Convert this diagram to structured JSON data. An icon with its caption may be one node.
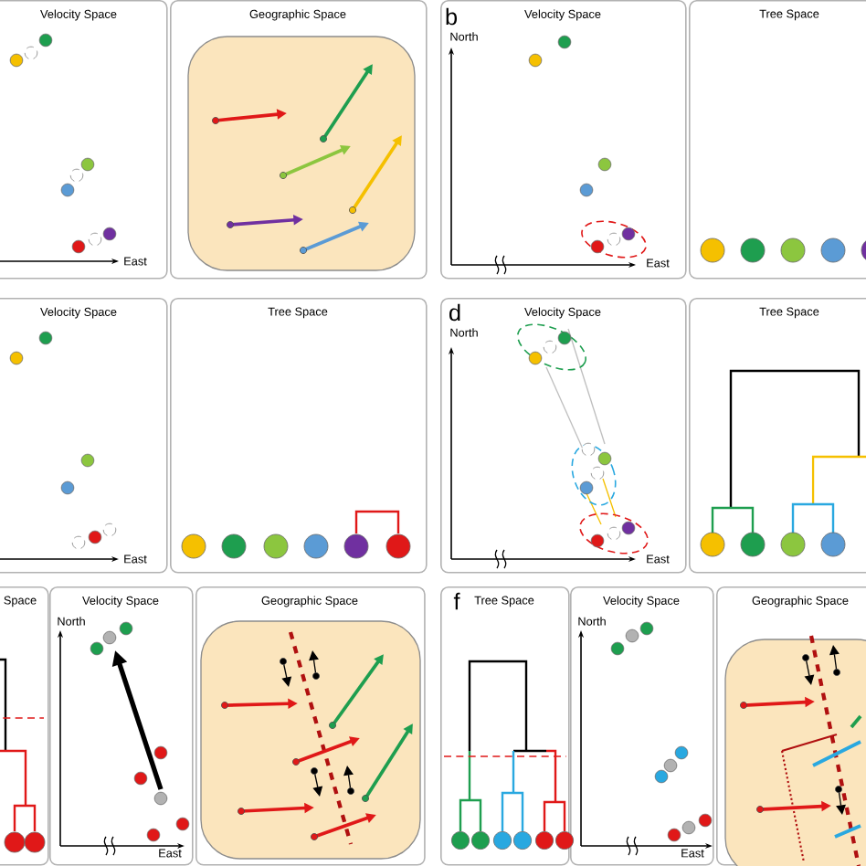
{
  "diagram": {
    "nodes": [
      {
        "text": [
          "Velocity Space"
        ]
      },
      {
        "text": [
          "Geographic Space"
        ]
      },
      {
        "text": [
          "Velocity Space"
        ]
      },
      {
        "text": [
          "Tree Space"
        ]
      },
      {
        "text": [
          "Velocity Space"
        ]
      },
      {
        "text": [
          "Tree Space"
        ]
      },
      {
        "text": [
          "Velocity Space"
        ]
      },
      {
        "text": [
          "Tree Space"
        ]
      },
      {
        "text": [
          "Space"
        ]
      },
      {
        "text": [
          "Velocity Space"
        ]
      },
      {
        "text": [
          "Geographic Space"
        ]
      },
      {
        "text": [
          "Tree Space"
        ]
      },
      {
        "text": [
          "Velocity Space"
        ]
      },
      {
        "text": [
          "Geographic Space"
        ]
      }
    ],
    "labels": [
      "East",
      "b",
      "North",
      "East",
      "East",
      "d",
      "North",
      "East",
      "North",
      "East",
      "f",
      "North",
      "East"
    ]
  }
}
